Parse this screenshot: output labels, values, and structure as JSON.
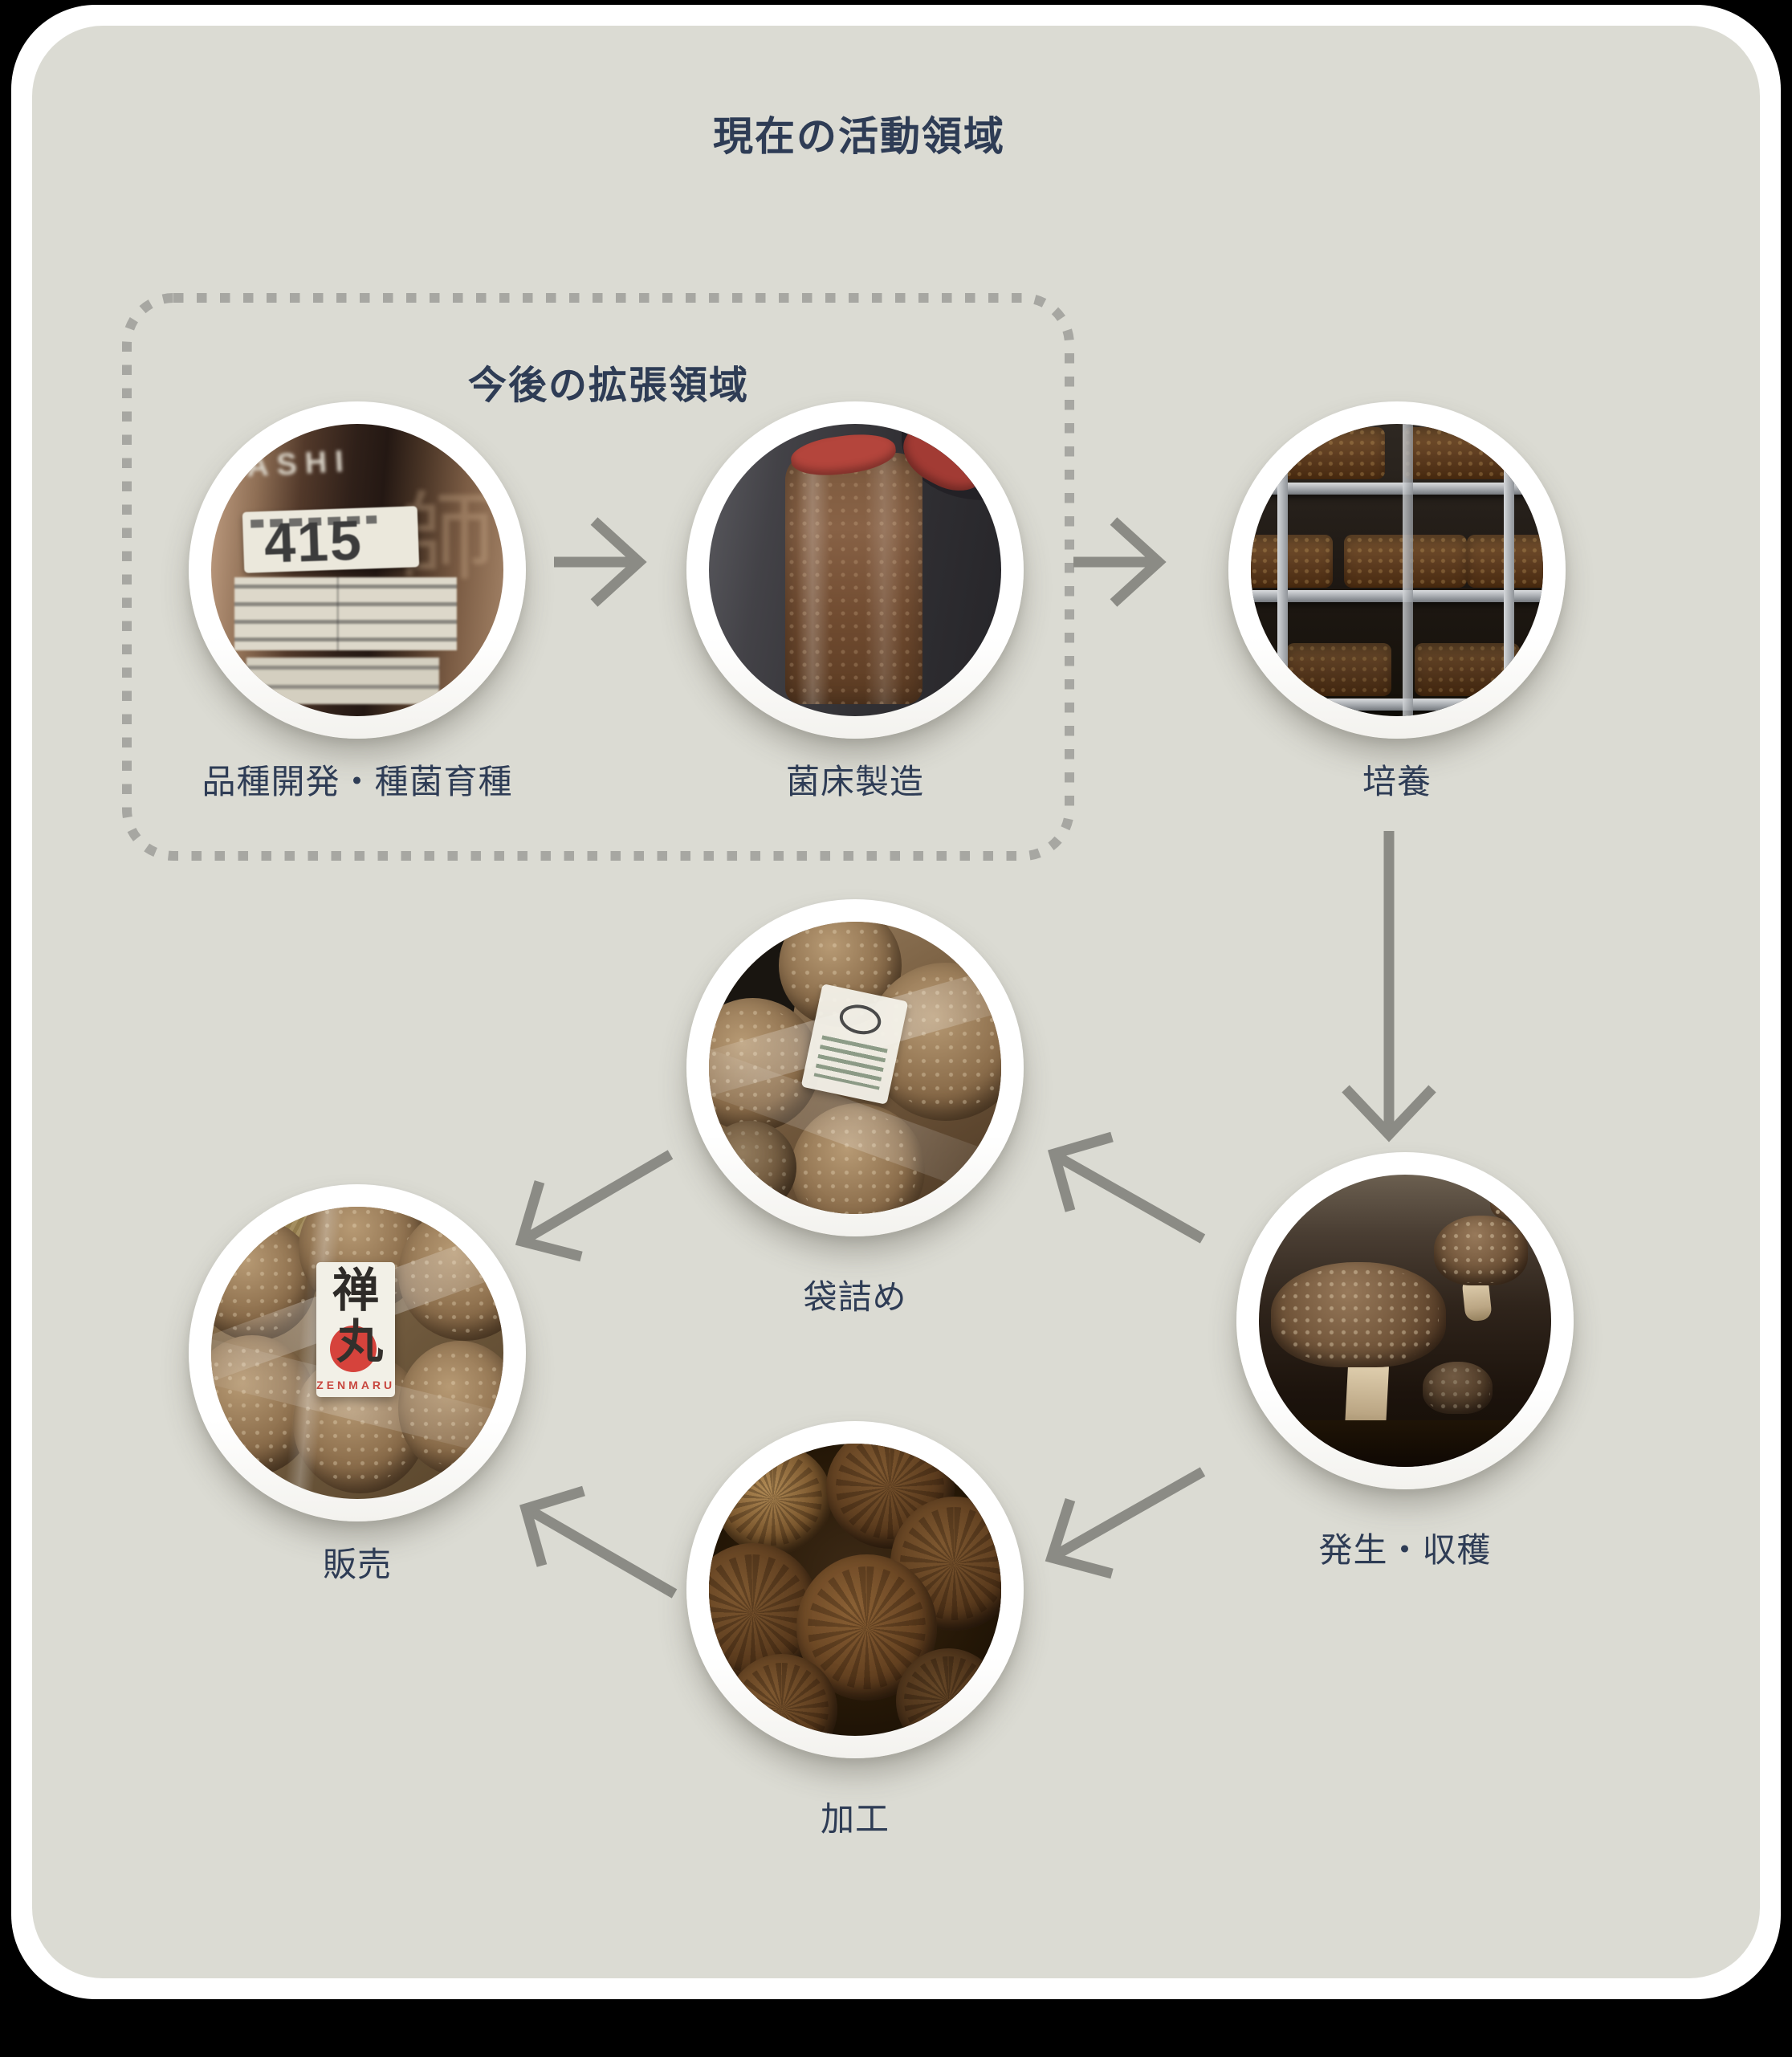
{
  "page": {
    "title": "現在の活動領域",
    "background_color": "#000000",
    "card_color": "#ffffff",
    "panel_color": "#dbdbd3",
    "text_color": "#2e3c55",
    "arrow_color": "#8b8b85",
    "dash_color": "#a7a7a2"
  },
  "expansion_box": {
    "label": "今後の拡張領域"
  },
  "stages": [
    {
      "label": "品種開発・種菌育種",
      "photo": "spawn-bottle-label"
    },
    {
      "label": "菌床製造",
      "photo": "substrate-block-with-gloved-hands"
    },
    {
      "label": "培養",
      "photo": "substrate-blocks-on-steel-shelves"
    },
    {
      "label": "発生・収穫",
      "photo": "shiitake-mushrooms-fruiting"
    },
    {
      "label": "袋詰め",
      "photo": "fresh-mushrooms-in-film-bags"
    },
    {
      "label": "加工",
      "photo": "dried-shiitake-caps"
    },
    {
      "label": "販売",
      "photo": "zenmaru-branded-package"
    }
  ],
  "flow": [
    {
      "from": "品種開発・種菌育種",
      "to": "菌床製造"
    },
    {
      "from": "菌床製造",
      "to": "培養"
    },
    {
      "from": "培養",
      "to": "発生・収穫"
    },
    {
      "from": "発生・収穫",
      "to": "袋詰め"
    },
    {
      "from": "袋詰め",
      "to": "販売"
    },
    {
      "from": "発生・収穫",
      "to": "加工"
    },
    {
      "from": "加工",
      "to": "販売"
    }
  ],
  "photo_text": {
    "price_number": "415",
    "brand_fragment": "ASHI",
    "kanji_fragment": "師",
    "zenmaru_zen": "禅",
    "zenmaru_maru": "丸",
    "zenmaru_roman": "ZENMARU"
  }
}
